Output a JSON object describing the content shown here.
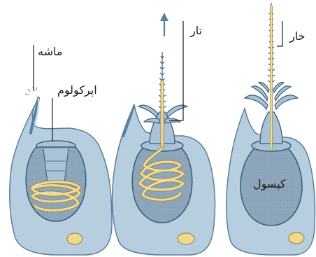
{
  "labels": {
    "trigger": "ماشه",
    "operculum": "اپرکولوم",
    "thread": "تار",
    "spine": "خار",
    "capsule": "کپسول"
  },
  "colors": {
    "background": "#ffffff",
    "cell_fill": "#b8cfe0",
    "cell_stroke": "#5a7f9c",
    "capsule_fill": "#8fa7bb",
    "capsule_stroke": "#3f5f78",
    "thread_fill": "#f0dc98",
    "thread_stroke": "#a08a4c",
    "nucleus_fill": "#efd98a",
    "line": "#1a1a1a"
  },
  "stages": [
    {
      "name": "stage-undischarged"
    },
    {
      "name": "stage-discharging"
    },
    {
      "name": "stage-discharged"
    }
  ]
}
